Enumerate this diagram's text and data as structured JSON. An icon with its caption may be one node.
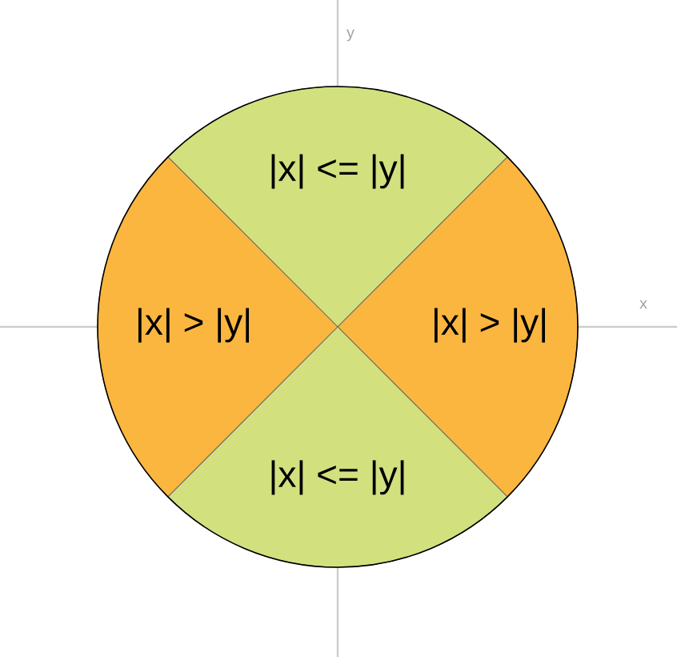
{
  "diagram": {
    "nodes": [
      {
        "text": [
          "|x| <= |y|"
        ]
      },
      {
        "text": [
          "|x| > |y|"
        ]
      },
      {
        "text": [
          "|x| > |y|"
        ]
      },
      {
        "text": [
          "|x| <= |y|"
        ]
      }
    ],
    "labels": [
      "y",
      "x"
    ]
  }
}
